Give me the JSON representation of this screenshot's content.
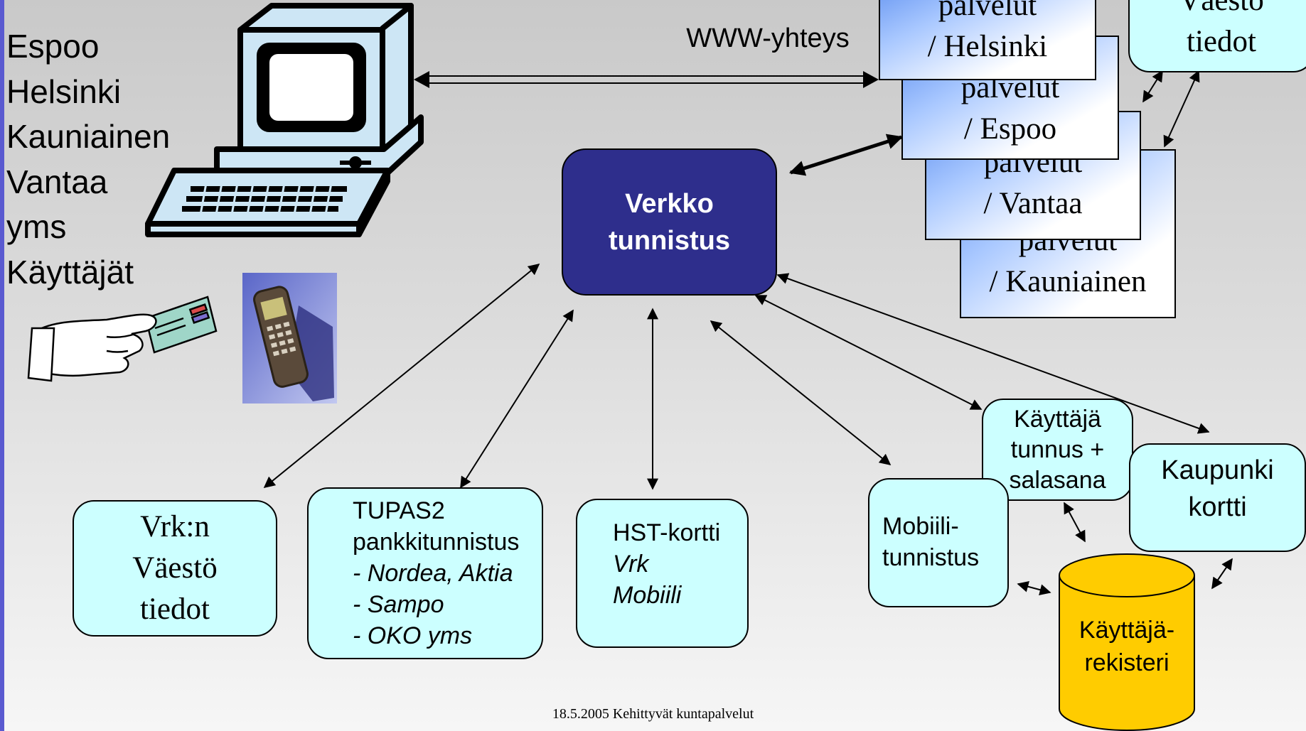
{
  "cities": [
    "Espoo",
    "Helsinki",
    "Kauniainen",
    "Vantaa",
    "yms",
    "Käyttäjät"
  ],
  "www_label": "WWW-yhteys",
  "services": [
    {
      "line1": "palvelut",
      "line2": "/ Helsinki"
    },
    {
      "line1": "palvelut",
      "line2": "/ Espoo"
    },
    {
      "line1": "palvelut",
      "line2": "/ Vantaa"
    },
    {
      "line1": "palvelut",
      "line2": "/ Kauniainen"
    }
  ],
  "vaesto_top": {
    "line1": "Väestö",
    "line2": "tiedot"
  },
  "verkko": {
    "line1": "Verkko",
    "line2": "tunnistus"
  },
  "vrk": {
    "line1": "Vrk:n",
    "line2": "Väestö",
    "line3": "tiedot"
  },
  "tupas": {
    "line1": "TUPAS2",
    "line2": "pankkitunnistus",
    "item1": "- Nordea, Aktia",
    "item2": "- Sampo",
    "item3": "- OKO yms"
  },
  "hst": {
    "line1": "HST-kortti",
    "line2": "Vrk",
    "line3": "Mobiili"
  },
  "mobiili": {
    "line1": "Mobiili-",
    "line2": "tunnistus"
  },
  "kayttaja_tunnus": {
    "line1": "Käyttäjä",
    "line2": "tunnus +",
    "line3": "salasana"
  },
  "kaupunki": {
    "line1": "Kaupunki",
    "line2": "kortti"
  },
  "rekisteri": {
    "line1": "Käyttäjä-",
    "line2": "rekisteri"
  },
  "footer": "18.5.2005 Kehittyvät kuntapalvelut",
  "colors": {
    "verkko": "#2e2e8c",
    "box": "#ccffff",
    "cylinder": "#ffcc00",
    "service_blue": "#5d8ff0"
  },
  "icons": [
    "computer-icon",
    "hand-card-icon",
    "mobile-phone-icon"
  ]
}
